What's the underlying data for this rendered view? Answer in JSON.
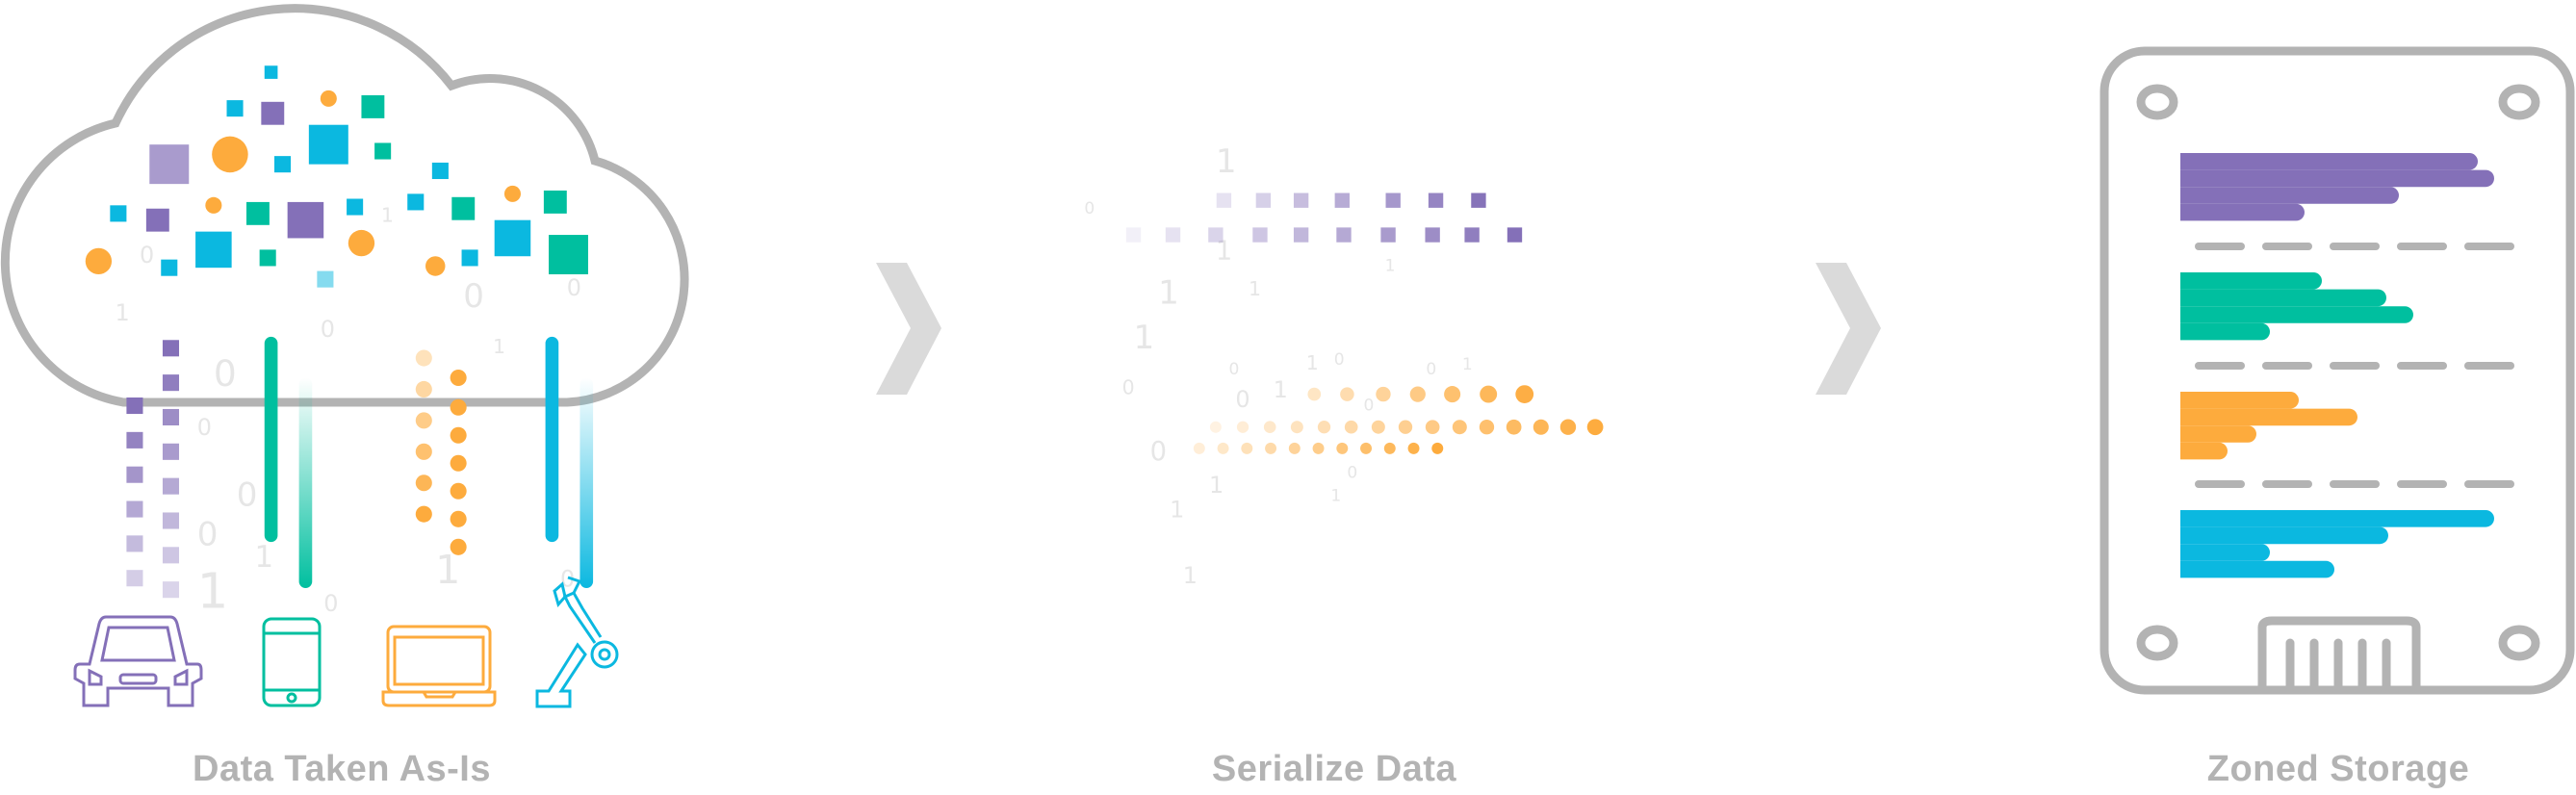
{
  "stages": [
    {
      "label": "Data Taken As-Is"
    },
    {
      "label": "Serialize Data"
    },
    {
      "label": "Zoned Storage"
    }
  ],
  "colors": {
    "purple": "#8470b8",
    "green": "#00bf9f",
    "orange": "#fdab3d",
    "blue": "#0bb8e0",
    "gray": "#b3b3b3",
    "bits": "#e6e6e6"
  },
  "devices": [
    "car-icon",
    "smartphone-icon",
    "laptop-icon",
    "robot-arm-icon"
  ],
  "bits": [
    "0",
    "1"
  ]
}
